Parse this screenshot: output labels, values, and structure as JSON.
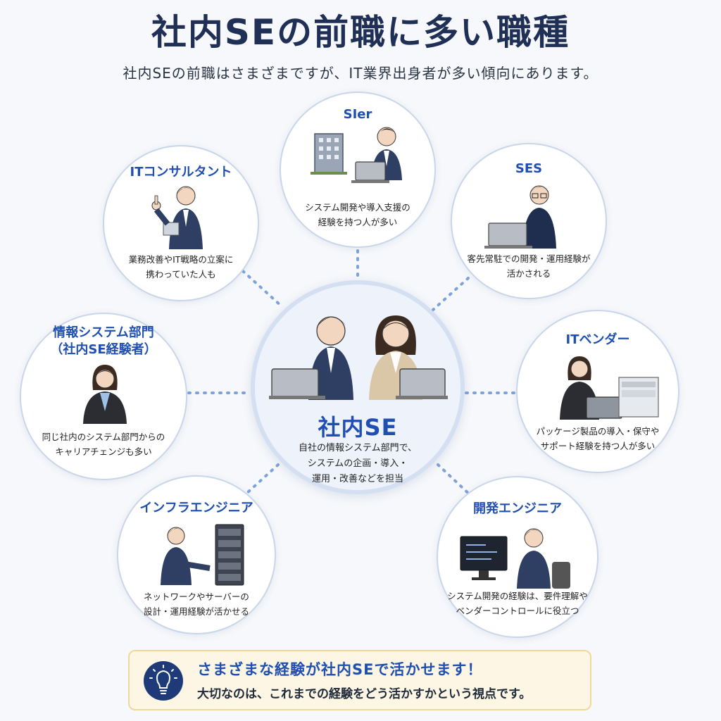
{
  "header": {
    "title": "社内SEの前職に多い職種",
    "subtitle": "社内SEの前職はさまざまですが、IT業界出身者が多い傾向にあります。"
  },
  "center": {
    "title": "社内SE",
    "desc": [
      "自社の情報システム部門で、",
      "システムの企画・導入・",
      "運用・改善などを担当"
    ]
  },
  "nodes": {
    "sier": {
      "title": "SIer",
      "desc": [
        "システム開発や導入支援の",
        "経験を持つ人が多い"
      ]
    },
    "itconsultant": {
      "title": "ITコンサルタント",
      "desc": [
        "業務改善やIT戦略の立案に",
        "携わっていた人も"
      ]
    },
    "ses": {
      "title": "SES",
      "desc": [
        "客先常駐での開発・運用経験が",
        "活かされる"
      ]
    },
    "johosys": {
      "title": "情報システム部門",
      "title2": "（社内SE経験者）",
      "desc": [
        "同じ社内のシステム部門からの",
        "キャリアチェンジも多い"
      ]
    },
    "itvendor": {
      "title": "ITベンダー",
      "desc": [
        "パッケージ製品の導入・保守や",
        "サポート経験を持つ人が多い"
      ]
    },
    "infra": {
      "title": "インフラエンジニア",
      "desc": [
        "ネットワークやサーバーの",
        "設計・運用経験が活かせる"
      ]
    },
    "dev": {
      "title": "開発エンジニア",
      "desc": [
        "システム開発の経験は、要件理解や",
        "ベンダーコントロールに役立つ"
      ]
    }
  },
  "banner": {
    "main": "さまざまな経験が社内SEで活かせます！",
    "sub": "大切なのは、これまでの経験をどう活かすかという視点です。"
  },
  "colors": {
    "accent": "#1f4fb0",
    "navy": "#1f2f55",
    "banner_bg": "#fdf6e4"
  },
  "icons": [
    "lightbulb-icon",
    "building-icon",
    "laptop-icon",
    "server-rack-icon",
    "monitor-code-icon",
    "printer-box-icon"
  ]
}
